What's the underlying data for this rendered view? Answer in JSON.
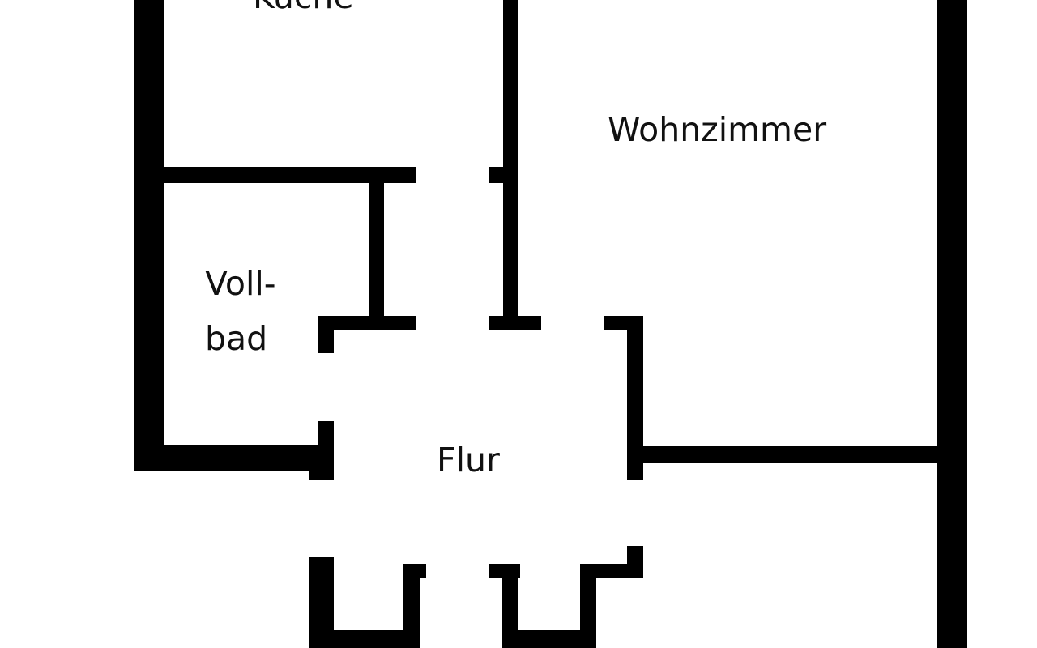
{
  "rooms": {
    "top_left": "Küche",
    "living": "Wohnzimmer",
    "bath_line1": "Voll-",
    "bath_line2": "bad",
    "hall": "Flur"
  },
  "colors": {
    "wall": "#000000",
    "background": "#ffffff",
    "text": "#111111"
  }
}
